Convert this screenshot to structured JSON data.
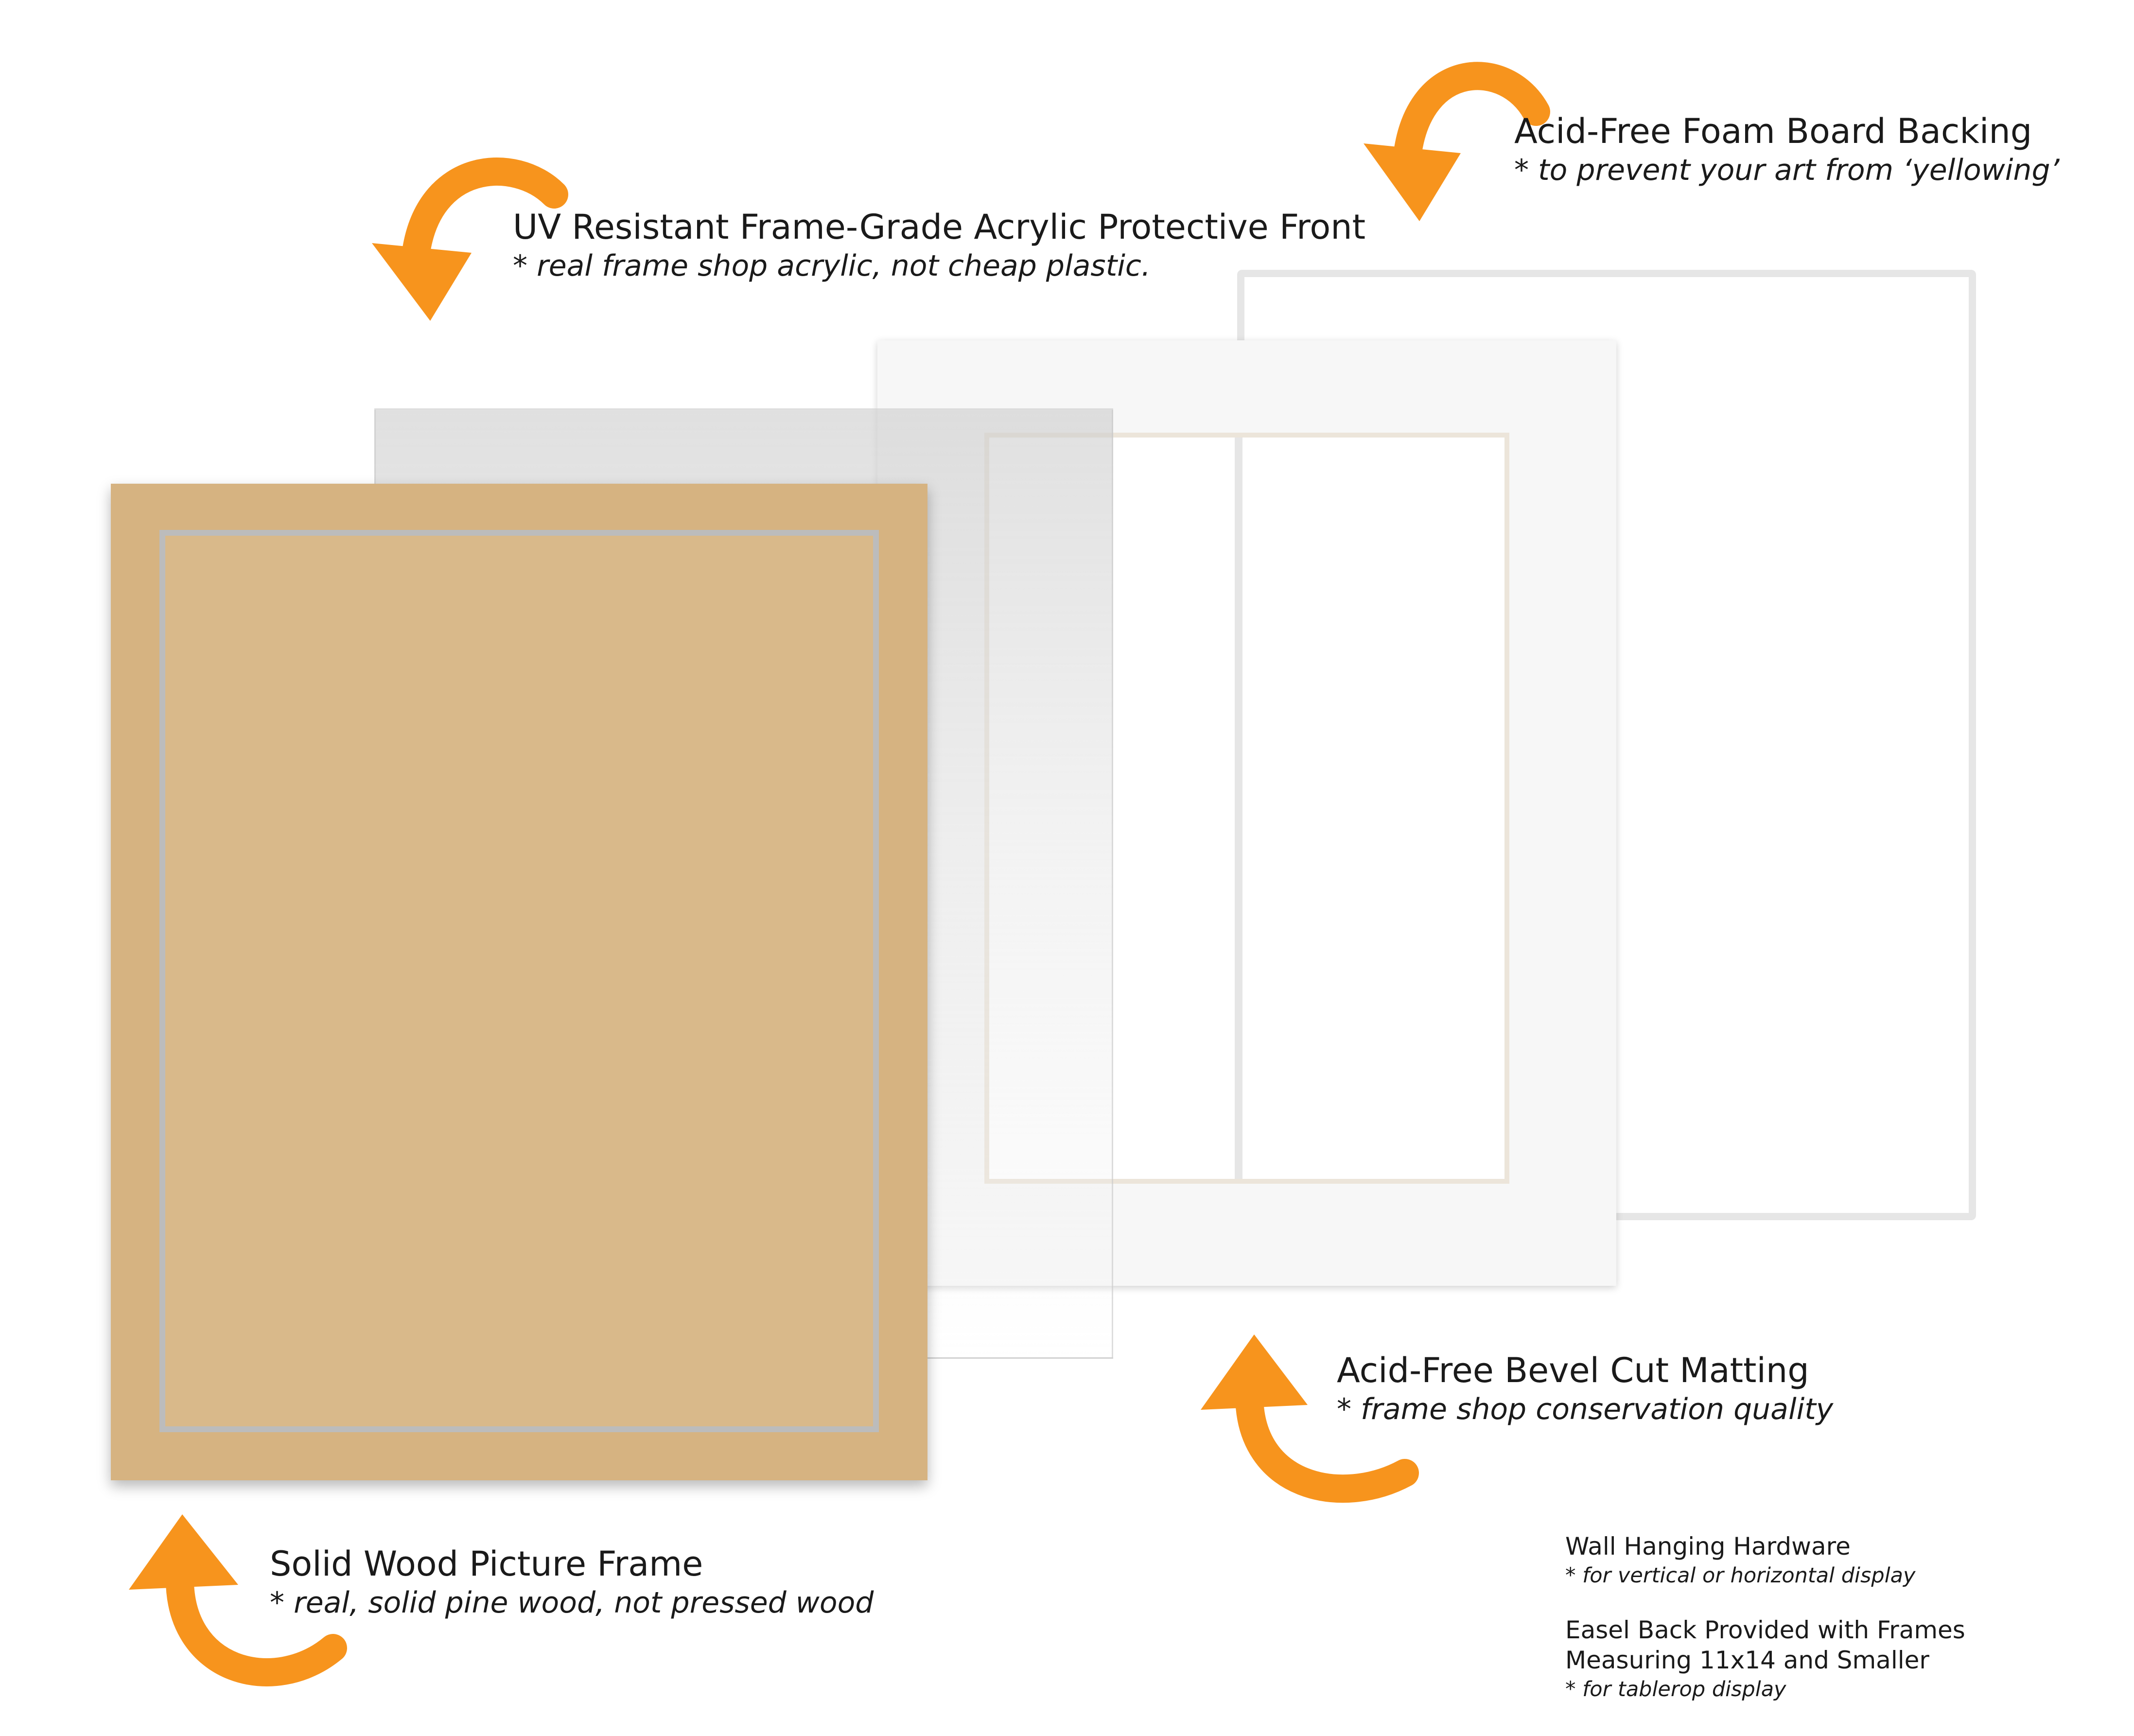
{
  "labels": {
    "backing": {
      "title": "Acid-Free Foam Board Backing",
      "note": "* to prevent your art from ‘yellowing’"
    },
    "acrylic": {
      "title": "UV Resistant Frame-Grade Acrylic Protective Front",
      "note": "* real frame shop acrylic, not cheap plastic."
    },
    "matting": {
      "title": "Acid-Free Bevel Cut Matting",
      "note": "* frame shop conservation quality"
    },
    "frame": {
      "title": "Solid Wood Picture Frame",
      "note": "* real, solid pine wood, not pressed wood"
    },
    "hardware": {
      "title": "Wall Hanging Hardware",
      "note": "* for vertical or horizontal display"
    },
    "easel": {
      "line1": "Easel Back Provided with Frames",
      "line2": "Measuring 11x14 and Smaller",
      "note": "* for tablerop display"
    }
  },
  "colors": {
    "arrow": "#f7941d",
    "wood": "#d6b381",
    "backing_border": "#e6e6e6",
    "mat": "#f7f7f7"
  }
}
